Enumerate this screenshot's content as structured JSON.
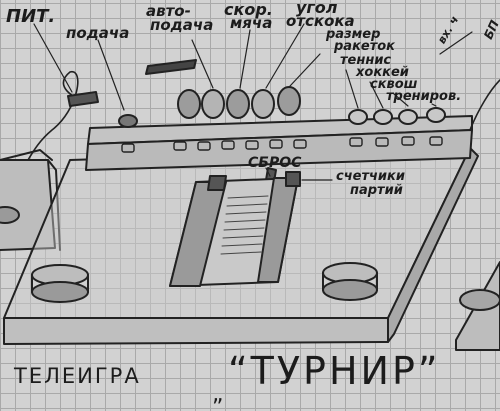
{
  "labels": {
    "pit": "ПИТ.",
    "podacha": "подача",
    "avto_1": "авто-",
    "avto_2": "подача",
    "skor_1": "скор.",
    "skor_2": "мяча",
    "ugol_1": "угол",
    "ugol_2": "отскока",
    "razmer_1": "размер",
    "razmer_2": "ракеток",
    "tennis": "теннис",
    "hokkey": "хоккей",
    "skvosh": "сквош",
    "trenirov": "трениров.",
    "vkh_ch": "вх. ч",
    "bp": "БП",
    "sbros": "СБРОС",
    "schetchiki_1": "счетчики",
    "schetchiki_2": "партий",
    "title_prefix": "ТЕЛЕИГРА",
    "title_name": "“ТУРНИР”",
    "mark": "„"
  },
  "colors": {
    "paper": "#d2d2d2",
    "grid": "#a9a9a9",
    "pencil": "#222222",
    "shade": "#8a8a8a"
  },
  "icons": [
    "slider-icon",
    "knob-icon",
    "game-select-button-icon",
    "reset-button-icon",
    "joystick-icon"
  ]
}
